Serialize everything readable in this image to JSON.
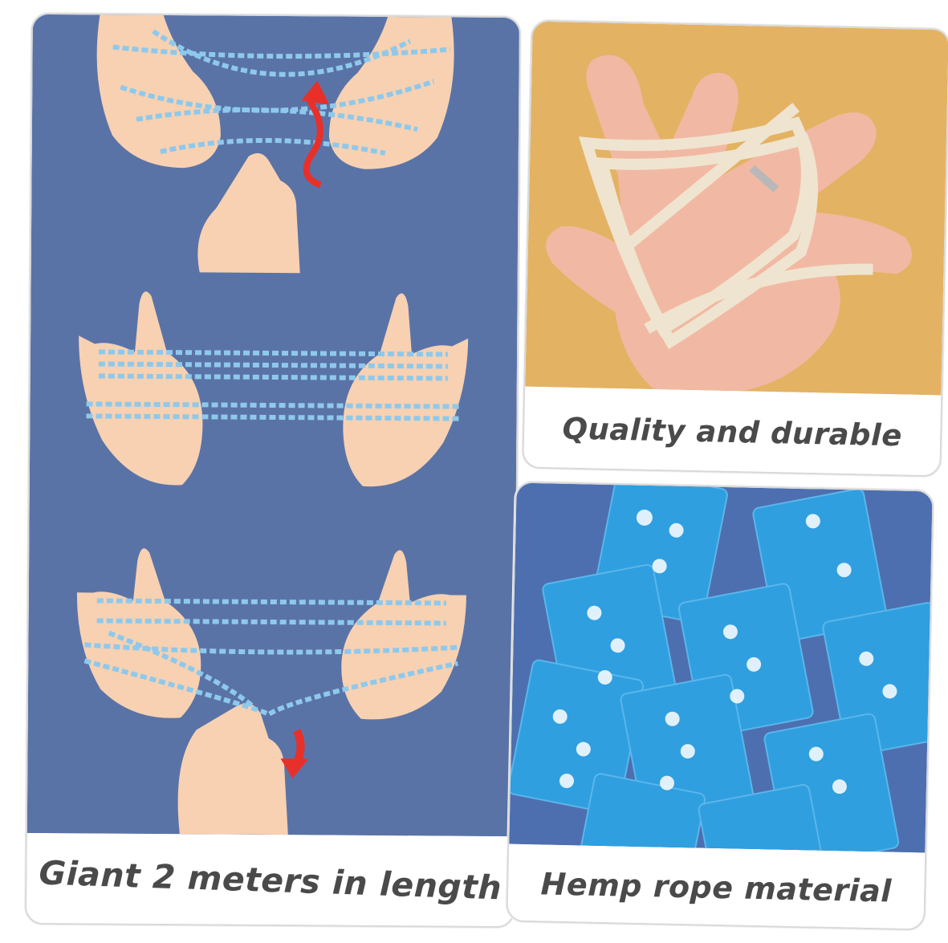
{
  "panels": {
    "left": {
      "caption": "Giant 2 meters in length"
    },
    "top_right": {
      "caption": "Quality and durable"
    },
    "bottom_right": {
      "caption": "Hemp rope material"
    }
  },
  "colors": {
    "left_background": "#5a73a7",
    "top_right_background": "#e4b263",
    "bottom_right_background": "#4d6fb0",
    "card_blue": "#2f9fe0",
    "skin": "#f7d1b2",
    "string_blue": "#8ec9ec",
    "arrow_red": "#e8302a",
    "rope_cream": "#efe4cf",
    "caption_text": "#4a4a4a"
  }
}
